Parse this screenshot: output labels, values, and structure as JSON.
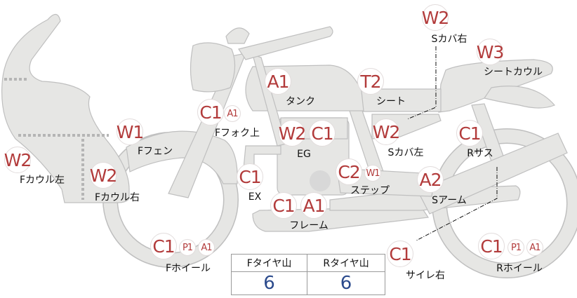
{
  "colors": {
    "part_fill": "#e6e6e4",
    "part_stroke": "#bfbfbf",
    "badge_text": "#b23b3b",
    "tire_value": "#2b4a8c"
  },
  "parts": {
    "fcowl_left": {
      "label": "Fカウル左",
      "codes": [
        "W2"
      ]
    },
    "fcowl_right": {
      "label": "Fカウル右",
      "codes": [
        "W2"
      ]
    },
    "ffender": {
      "label": "Fフェン",
      "codes": [
        "W1"
      ]
    },
    "ffork_upper": {
      "label": "Fフォク上",
      "codes": [
        "C1",
        "A1"
      ]
    },
    "tank": {
      "label": "タンク",
      "codes": [
        "A1"
      ]
    },
    "engine": {
      "label": "EG",
      "codes": [
        "W2",
        "C1"
      ]
    },
    "exhaust": {
      "label": "EX",
      "codes": [
        "C1"
      ]
    },
    "frame": {
      "label": "フレーム",
      "codes": [
        "C1",
        "A1"
      ]
    },
    "step": {
      "label": "ステップ",
      "codes": [
        "C2",
        "W1"
      ]
    },
    "seat": {
      "label": "シート",
      "codes": [
        "T2"
      ]
    },
    "scover_left": {
      "label": "Sカバ左",
      "codes": [
        "W2"
      ]
    },
    "scover_right": {
      "label": "Sカバ右",
      "codes": [
        "W2"
      ]
    },
    "seat_cowl": {
      "label": "シートカウル",
      "codes": [
        "W3"
      ]
    },
    "rsus": {
      "label": "Rサス",
      "codes": [
        "C1"
      ]
    },
    "swingarm": {
      "label": "Sアーム",
      "codes": [
        "A2"
      ]
    },
    "silencer_right": {
      "label": "サイレ右",
      "codes": [
        "C1"
      ]
    },
    "rwheel": {
      "label": "Rホイール",
      "codes": [
        "C1",
        "P1",
        "A1"
      ]
    },
    "fwheel": {
      "label": "Fホイール",
      "codes": [
        "C1",
        "P1",
        "A1"
      ]
    }
  },
  "tire_table": {
    "headers": [
      "Fタイヤ山",
      "Rタイヤ山"
    ],
    "values": [
      "6",
      "6"
    ]
  }
}
